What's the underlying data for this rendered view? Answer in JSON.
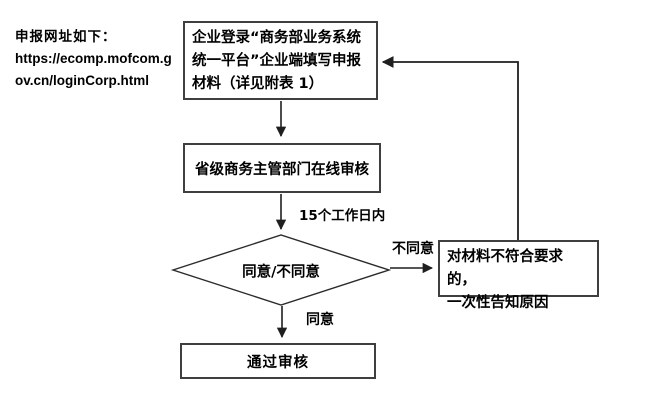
{
  "note": {
    "line1": "申报网址如下：",
    "line2": "https://ecomp.mofcom.g",
    "line3": "ov.cn/loginCorp.html"
  },
  "flowchart": {
    "start_box": {
      "line1": "企业登录“商务部业务系统",
      "line2": "统一平台”企业端填写申报",
      "line3": "材料（详见附表 1）"
    },
    "review_box": {
      "label": "省级商务主管部门在线审核"
    },
    "decision": {
      "label": "同意/不同意"
    },
    "reject_box": {
      "line1": "对材料不符合要求的，",
      "line2": "一次性告知原因"
    },
    "pass_box": {
      "label": "通过审核"
    },
    "edge_labels": {
      "duration": "15个工作日内",
      "disagree": "不同意",
      "agree": "同意"
    }
  },
  "colors": {
    "box_border": "#3f3f3f",
    "line": "#1f1f1f",
    "text": "#000000",
    "background": "#ffffff"
  }
}
